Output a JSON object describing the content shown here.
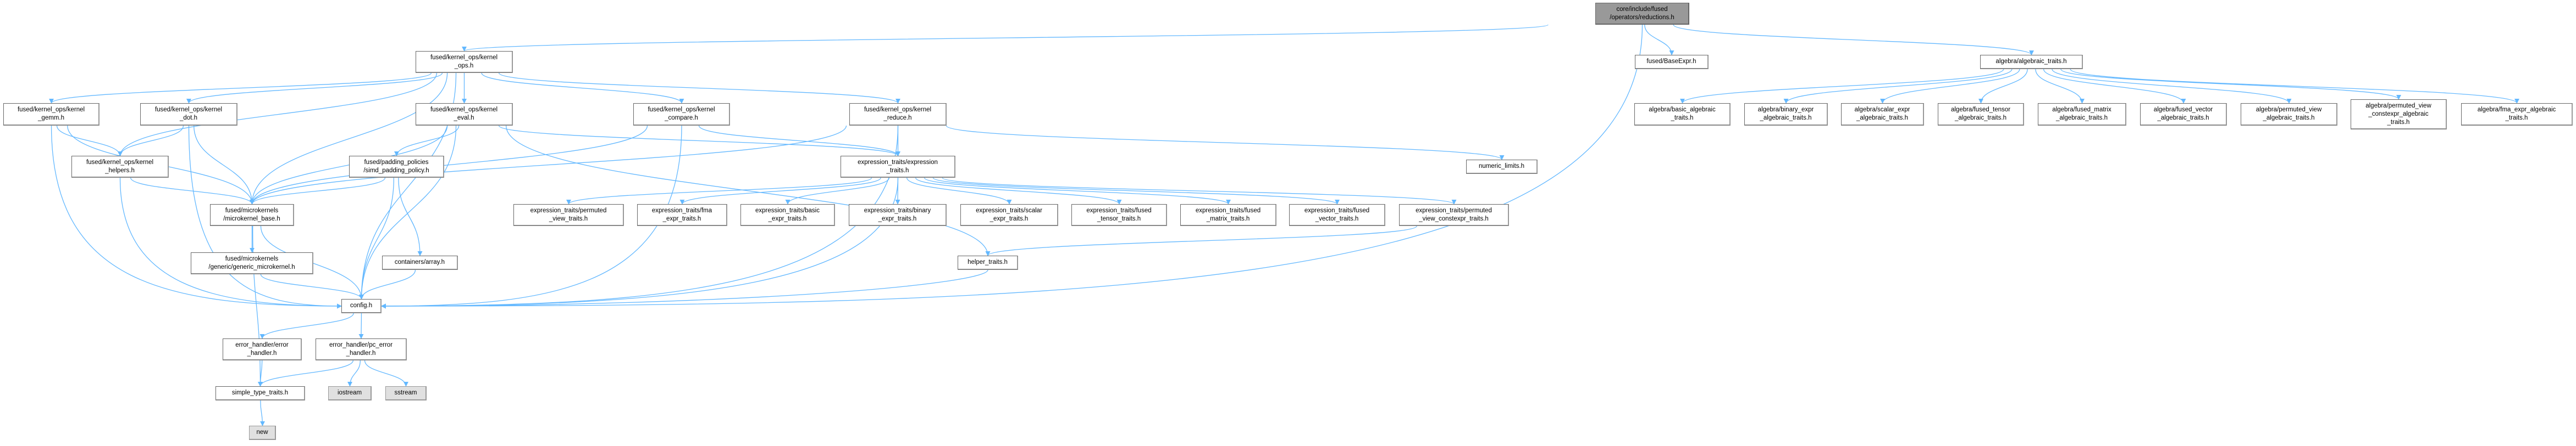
{
  "colors": {
    "edge": "#63b8ff",
    "root_fill": "#999999",
    "system_fill": "#e0e0e0",
    "node_fill": "#ffffff"
  },
  "nodes": [
    {
      "id": "reductions",
      "lines": [
        "core/include/fused",
        "/operators/reductions.h"
      ],
      "kind": "root"
    },
    {
      "id": "kernel_ops",
      "lines": [
        "fused/kernel_ops/kernel",
        "_ops.h"
      ]
    },
    {
      "id": "base_expr",
      "lines": [
        "fused/BaseExpr.h"
      ]
    },
    {
      "id": "algebraic_traits",
      "lines": [
        "algebra/algebraic_traits.h"
      ]
    },
    {
      "id": "gemm",
      "lines": [
        "fused/kernel_ops/kernel",
        "_gemm.h"
      ]
    },
    {
      "id": "dot",
      "lines": [
        "fused/kernel_ops/kernel",
        "_dot.h"
      ]
    },
    {
      "id": "eval",
      "lines": [
        "fused/kernel_ops/kernel",
        "_eval.h"
      ]
    },
    {
      "id": "compare",
      "lines": [
        "fused/kernel_ops/kernel",
        "_compare.h"
      ]
    },
    {
      "id": "reduce",
      "lines": [
        "fused/kernel_ops/kernel",
        "_reduce.h"
      ]
    },
    {
      "id": "helpers",
      "lines": [
        "fused/kernel_ops/kernel",
        "_helpers.h"
      ]
    },
    {
      "id": "simd_padding",
      "lines": [
        "fused/padding_policies",
        "/simd_padding_policy.h"
      ]
    },
    {
      "id": "expression_traits",
      "lines": [
        "expression_traits/expression",
        "_traits.h"
      ]
    },
    {
      "id": "numeric_limits",
      "lines": [
        "numeric_limits.h"
      ]
    },
    {
      "id": "microkernel_base",
      "lines": [
        "fused/microkernels",
        "/microkernel_base.h"
      ]
    },
    {
      "id": "et_permuted_view",
      "lines": [
        "expression_traits/permuted",
        "_view_traits.h"
      ]
    },
    {
      "id": "et_fma",
      "lines": [
        "expression_traits/fma",
        "_expr_traits.h"
      ]
    },
    {
      "id": "et_basic",
      "lines": [
        "expression_traits/basic",
        "_expr_traits.h"
      ]
    },
    {
      "id": "et_binary",
      "lines": [
        "expression_traits/binary",
        "_expr_traits.h"
      ]
    },
    {
      "id": "et_scalar",
      "lines": [
        "expression_traits/scalar",
        "_expr_traits.h"
      ]
    },
    {
      "id": "et_fused_tensor",
      "lines": [
        "expression_traits/fused",
        "_tensor_traits.h"
      ]
    },
    {
      "id": "et_fused_matrix",
      "lines": [
        "expression_traits/fused",
        "_matrix_traits.h"
      ]
    },
    {
      "id": "et_fused_vector",
      "lines": [
        "expression_traits/fused",
        "_vector_traits.h"
      ]
    },
    {
      "id": "et_permuted_constexpr",
      "lines": [
        "expression_traits/permuted",
        "_view_constexpr_traits.h"
      ]
    },
    {
      "id": "generic_microkernel",
      "lines": [
        "fused/microkernels",
        "/generic/generic_microkernel.h"
      ]
    },
    {
      "id": "array",
      "lines": [
        "containers/array.h"
      ]
    },
    {
      "id": "helper_traits",
      "lines": [
        "helper_traits.h"
      ]
    },
    {
      "id": "config",
      "lines": [
        "config.h"
      ]
    },
    {
      "id": "error_handler",
      "lines": [
        "error_handler/error",
        "_handler.h"
      ]
    },
    {
      "id": "pc_error_handler",
      "lines": [
        "error_handler/pc_error",
        "_handler.h"
      ]
    },
    {
      "id": "simple_type_traits",
      "lines": [
        "simple_type_traits.h"
      ]
    },
    {
      "id": "iostream",
      "lines": [
        "iostream"
      ],
      "kind": "sys"
    },
    {
      "id": "sstream",
      "lines": [
        "sstream"
      ],
      "kind": "sys"
    },
    {
      "id": "new",
      "lines": [
        "new"
      ],
      "kind": "sys"
    },
    {
      "id": "alg_basic",
      "lines": [
        "algebra/basic_algebraic",
        "_traits.h"
      ]
    },
    {
      "id": "alg_binary",
      "lines": [
        "algebra/binary_expr",
        "_algebraic_traits.h"
      ]
    },
    {
      "id": "alg_scalar",
      "lines": [
        "algebra/scalar_expr",
        "_algebraic_traits.h"
      ]
    },
    {
      "id": "alg_fused_tensor",
      "lines": [
        "algebra/fused_tensor",
        "_algebraic_traits.h"
      ]
    },
    {
      "id": "alg_fused_matrix",
      "lines": [
        "algebra/fused_matrix",
        "_algebraic_traits.h"
      ]
    },
    {
      "id": "alg_fused_vector",
      "lines": [
        "algebra/fused_vector",
        "_algebraic_traits.h"
      ]
    },
    {
      "id": "alg_permuted_view",
      "lines": [
        "algebra/permuted_view",
        "_algebraic_traits.h"
      ]
    },
    {
      "id": "alg_permuted_constexpr",
      "lines": [
        "algebra/permuted_view",
        "_constexpr_algebraic",
        "_traits.h"
      ]
    },
    {
      "id": "alg_fma",
      "lines": [
        "algebra/fma_expr_algebraic",
        "_traits.h"
      ]
    }
  ],
  "edges": [
    [
      "reductions",
      "kernel_ops"
    ],
    [
      "reductions",
      "base_expr"
    ],
    [
      "reductions",
      "algebraic_traits"
    ],
    [
      "reductions",
      "config"
    ],
    [
      "kernel_ops",
      "gemm"
    ],
    [
      "kernel_ops",
      "dot"
    ],
    [
      "kernel_ops",
      "helpers"
    ],
    [
      "kernel_ops",
      "eval"
    ],
    [
      "kernel_ops",
      "compare"
    ],
    [
      "kernel_ops",
      "reduce"
    ],
    [
      "kernel_ops",
      "microkernel_base"
    ],
    [
      "kernel_ops",
      "config"
    ],
    [
      "gemm",
      "helpers"
    ],
    [
      "gemm",
      "microkernel_base"
    ],
    [
      "gemm",
      "config"
    ],
    [
      "dot",
      "helpers"
    ],
    [
      "dot",
      "microkernel_base"
    ],
    [
      "dot",
      "config"
    ],
    [
      "helpers",
      "microkernel_base"
    ],
    [
      "helpers",
      "config"
    ],
    [
      "eval",
      "microkernel_base"
    ],
    [
      "eval",
      "simd_padding"
    ],
    [
      "eval",
      "expression_traits"
    ],
    [
      "eval",
      "helper_traits"
    ],
    [
      "eval",
      "config"
    ],
    [
      "compare",
      "microkernel_base"
    ],
    [
      "compare",
      "expression_traits"
    ],
    [
      "compare",
      "config"
    ],
    [
      "reduce",
      "microkernel_base"
    ],
    [
      "reduce",
      "expression_traits"
    ],
    [
      "reduce",
      "numeric_limits"
    ],
    [
      "reduce",
      "config"
    ],
    [
      "simd_padding",
      "microkernel_base"
    ],
    [
      "simd_padding",
      "array"
    ],
    [
      "simd_padding",
      "config"
    ],
    [
      "microkernel_base",
      "generic_microkernel"
    ],
    [
      "microkernel_base",
      "config"
    ],
    [
      "microkernel_base",
      "simple_type_traits"
    ],
    [
      "generic_microkernel",
      "config"
    ],
    [
      "array",
      "config"
    ],
    [
      "expression_traits",
      "et_permuted_view"
    ],
    [
      "expression_traits",
      "et_fma"
    ],
    [
      "expression_traits",
      "et_basic"
    ],
    [
      "expression_traits",
      "et_binary"
    ],
    [
      "expression_traits",
      "et_scalar"
    ],
    [
      "expression_traits",
      "et_fused_tensor"
    ],
    [
      "expression_traits",
      "et_fused_matrix"
    ],
    [
      "expression_traits",
      "et_fused_vector"
    ],
    [
      "expression_traits",
      "et_permuted_constexpr"
    ],
    [
      "expression_traits",
      "config"
    ],
    [
      "et_permuted_constexpr",
      "helper_traits"
    ],
    [
      "helper_traits",
      "config"
    ],
    [
      "config",
      "error_handler"
    ],
    [
      "config",
      "pc_error_handler"
    ],
    [
      "error_handler",
      "simple_type_traits"
    ],
    [
      "pc_error_handler",
      "simple_type_traits"
    ],
    [
      "pc_error_handler",
      "iostream"
    ],
    [
      "pc_error_handler",
      "sstream"
    ],
    [
      "simple_type_traits",
      "new"
    ],
    [
      "algebraic_traits",
      "alg_basic"
    ],
    [
      "algebraic_traits",
      "alg_binary"
    ],
    [
      "algebraic_traits",
      "alg_scalar"
    ],
    [
      "algebraic_traits",
      "alg_fused_tensor"
    ],
    [
      "algebraic_traits",
      "alg_fused_matrix"
    ],
    [
      "algebraic_traits",
      "alg_fused_vector"
    ],
    [
      "algebraic_traits",
      "alg_permuted_view"
    ],
    [
      "algebraic_traits",
      "alg_permuted_constexpr"
    ],
    [
      "algebraic_traits",
      "alg_fma"
    ]
  ]
}
